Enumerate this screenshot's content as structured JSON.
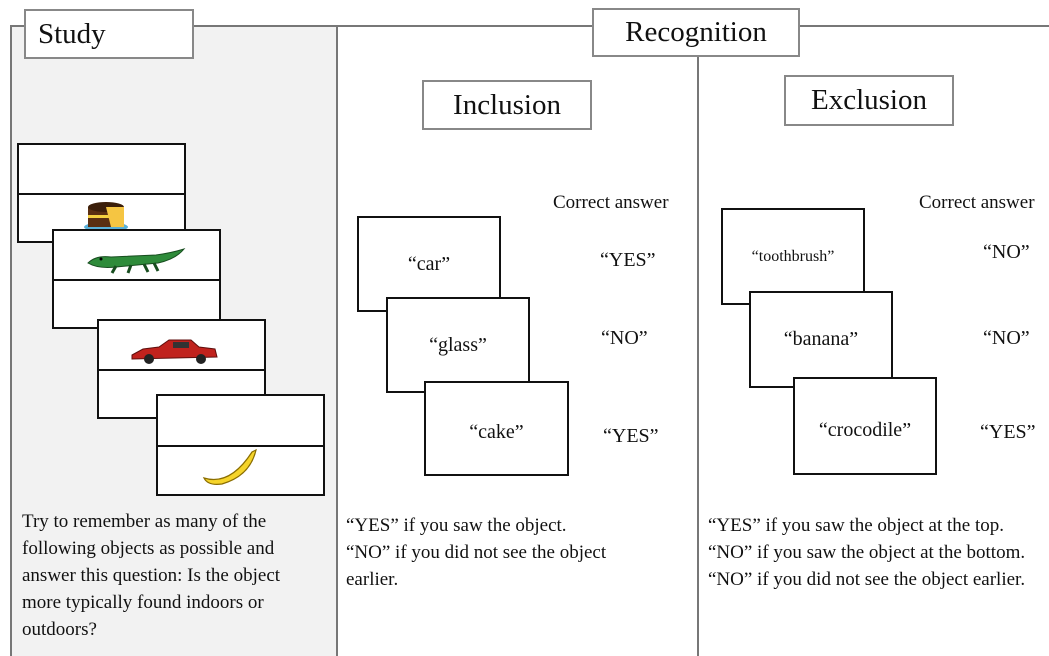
{
  "study": {
    "title": "Study",
    "instruction": "Try to remember as many of the following objects as possible and answer this question: Is the object more typically found indoors or outdoors?"
  },
  "recognition": {
    "title": "Recognition",
    "inclusion": {
      "title": "Inclusion",
      "answer_header": "Correct answer",
      "items": [
        {
          "word": "“car”",
          "answer": "“YES”"
        },
        {
          "word": "“glass”",
          "answer": "“NO”"
        },
        {
          "word": "“cake”",
          "answer": "“YES”"
        }
      ],
      "rules": [
        "“YES” if you saw the object.",
        "“NO” if you did not see the object earlier."
      ]
    },
    "exclusion": {
      "title": "Exclusion",
      "answer_header": "Correct answer",
      "items": [
        {
          "word": "“toothbrush”",
          "answer": "“NO”"
        },
        {
          "word": "“banana”",
          "answer": "“NO”"
        },
        {
          "word": "“crocodile”",
          "answer": "“YES”"
        }
      ],
      "rules": [
        "“YES” if you saw the object at the top.",
        "“NO” if you saw the object at the bottom.",
        "“NO” if you did not see the object earlier."
      ]
    }
  },
  "study_cards": [
    {
      "object": "cake-picture",
      "position": "bottom"
    },
    {
      "object": "crocodile-picture",
      "position": "top"
    },
    {
      "object": "car-picture",
      "position": "top"
    },
    {
      "object": "banana-picture",
      "position": "bottom"
    }
  ]
}
